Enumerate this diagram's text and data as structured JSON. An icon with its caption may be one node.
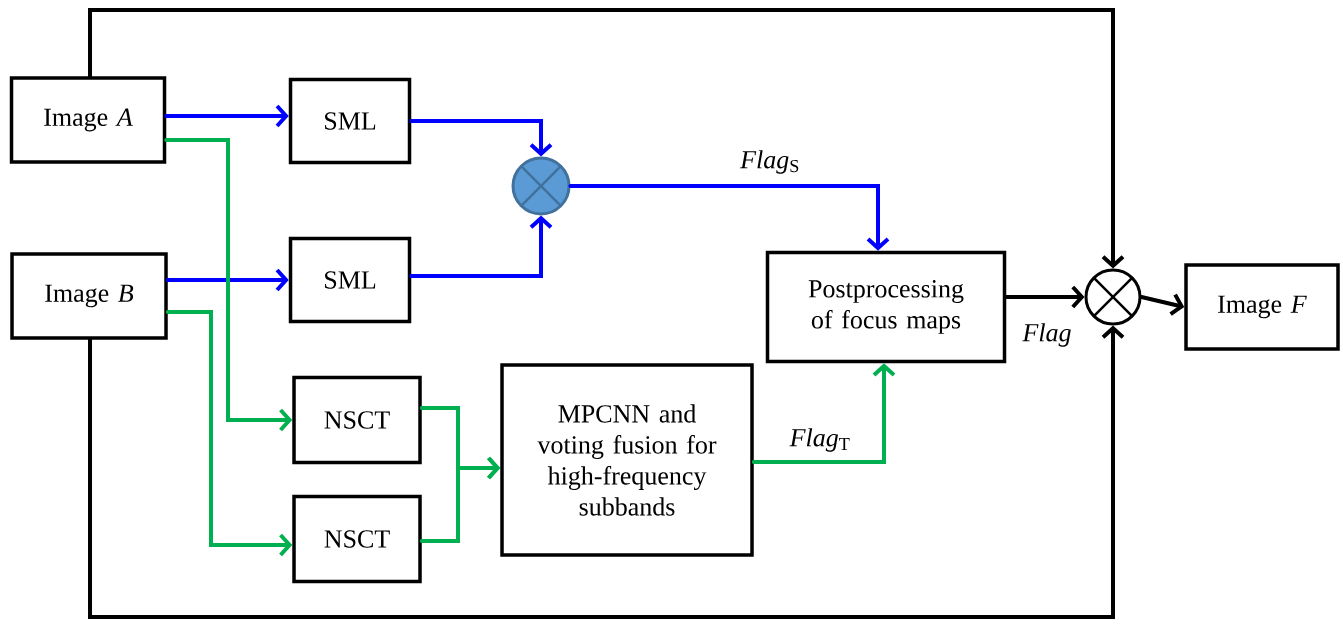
{
  "diagram": {
    "nodes": [
      {
        "text": [
          "Image *A*"
        ]
      },
      {
        "text": [
          "SML"
        ]
      },
      {
        "text": [],
        "shape": "circle"
      },
      {
        "text": [
          "Image *B*"
        ]
      },
      {
        "text": [
          "SML"
        ]
      },
      {
        "text": [
          "Postprocessing of focus maps"
        ]
      },
      {
        "text": [],
        "shape": "circle"
      },
      {
        "text": [
          "Image *F*"
        ]
      },
      {
        "text": [
          "NSCT"
        ]
      },
      {
        "text": [
          "MPCNN and voting fusion for high-frequency subbands"
        ]
      },
      {
        "text": [
          "NSCT"
        ]
      }
    ],
    "edges": [
      {
        "from": 0,
        "to": 1,
        "arrow": "to",
        "color": "#0000ff"
      },
      {
        "from": 3,
        "to": 4,
        "arrow": "to",
        "color": "#0000ff"
      },
      {
        "from": 1,
        "to": 2,
        "arrow": "to",
        "color": "#0000ff"
      },
      {
        "from": 4,
        "to": 2,
        "arrow": "to",
        "color": "#0000ff"
      },
      {
        "from": 2,
        "to": 5,
        "arrow": "to",
        "color": "#0000ff",
        "label": "*Flag*$_{S}$"
      },
      {
        "from": 0,
        "to": 8,
        "arrow": "to",
        "color": "#00b050"
      },
      {
        "from": 3,
        "to": 10,
        "arrow": "to",
        "color": "#00b050"
      },
      {
        "from": 8,
        "to": 9,
        "arrow": "to",
        "color": "#00b050"
      },
      {
        "from": 10,
        "to": 9,
        "arrow": "to",
        "color": "#00b050"
      },
      {
        "from": 9,
        "to": 5,
        "arrow": "to",
        "color": "#00b050",
        "label": "*Flag*$_{T}$"
      },
      {
        "from": 5,
        "to": 6,
        "arrow": "to",
        "color": "#000000",
        "label": "*Flag*"
      },
      {
        "from": 0,
        "to": 6,
        "arrow": "to",
        "color": "#000000"
      },
      {
        "from": 3,
        "to": 6,
        "arrow": "to",
        "color": "#000000"
      },
      {
        "from": 6,
        "to": 7,
        "arrow": "to",
        "color": "#000000"
      }
    ]
  }
}
